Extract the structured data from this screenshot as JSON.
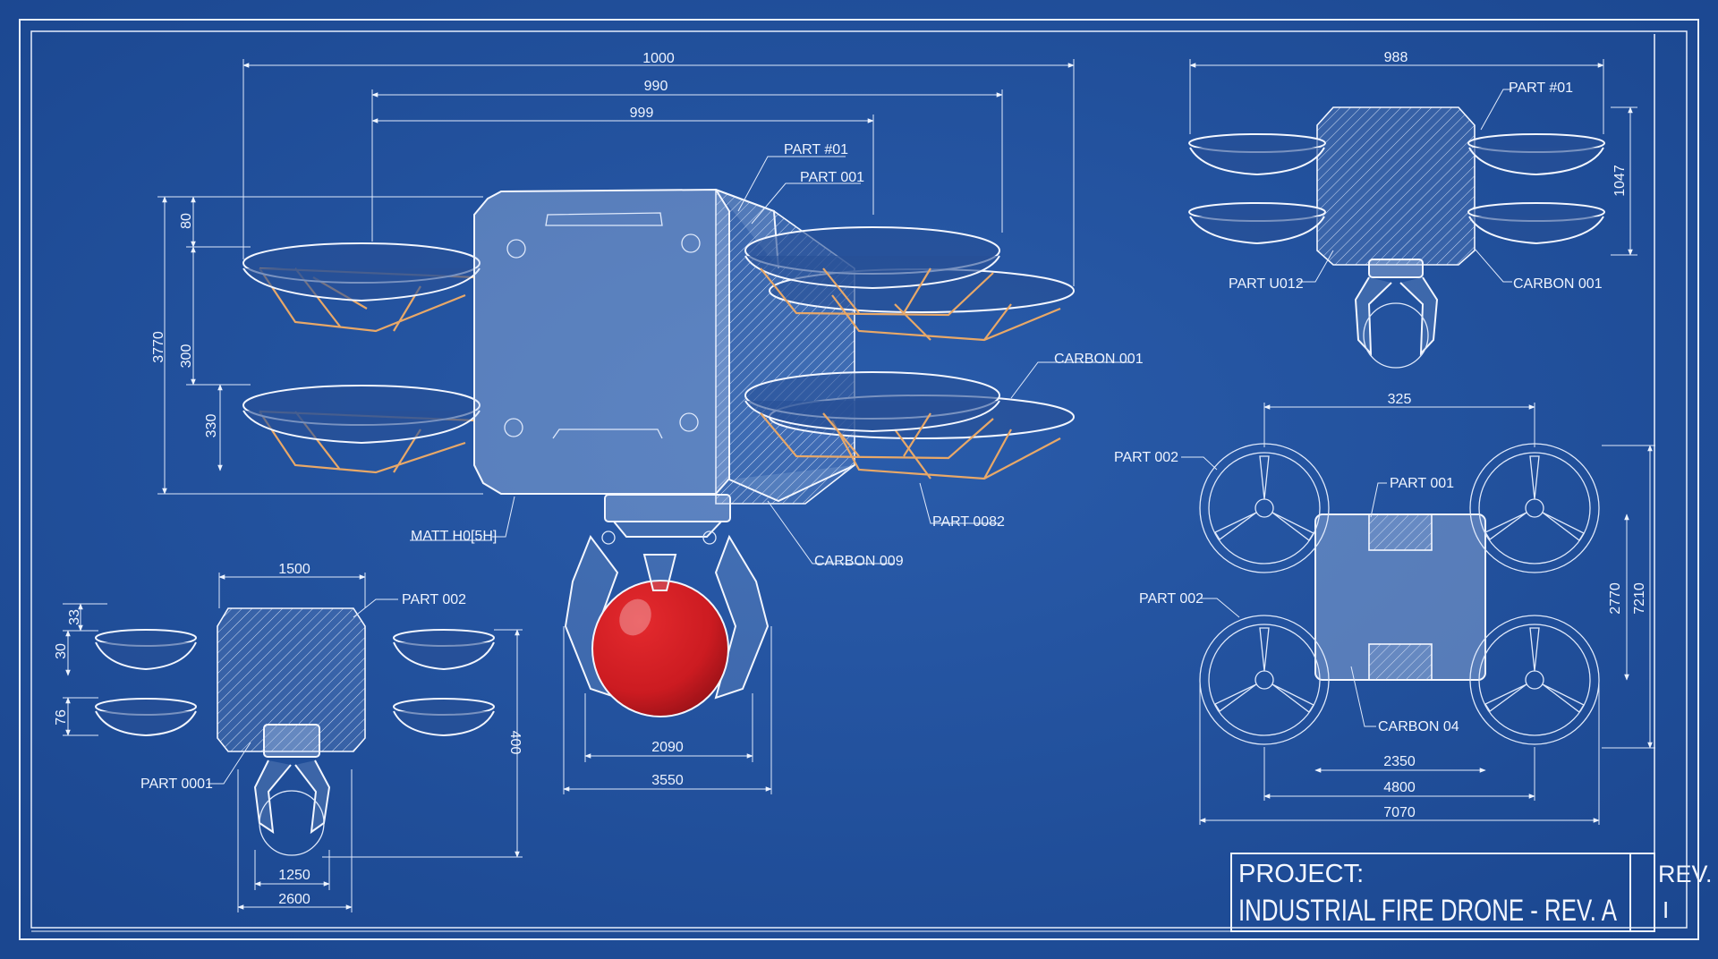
{
  "colors": {
    "background": "#1f4f9a",
    "line": "#eef4ff",
    "strut": "#e8a868",
    "ball": "#d11d22"
  },
  "main_view": {
    "dims": {
      "top_1000": "1000",
      "top_990": "990",
      "top_999": "999",
      "left_3770": "3770",
      "left_80": "80",
      "left_300": "300",
      "left_330": "330",
      "ball_2090": "2090",
      "ball_3550": "3550"
    },
    "labels": {
      "part_01": "PART #01",
      "part_001": "PART 001",
      "carbon_001": "CARBON 001",
      "part_0082": "PART 0082",
      "carbon_009": "CARBON 009",
      "matt": "MATT H0[5H]"
    }
  },
  "side_view": {
    "dims": {
      "w1500": "1500",
      "d33": "33",
      "d30": "30",
      "d76": "76",
      "h400": "400",
      "w1250": "1250",
      "w2600": "2600"
    },
    "labels": {
      "part_002": "PART 002",
      "part_0001": "PART 0001"
    }
  },
  "front_view": {
    "dims": {
      "w988": "988",
      "h1047": "1047"
    },
    "labels": {
      "part_01": "PART #01",
      "part_u012": "PART U012",
      "carbon_001": "CARBON 001"
    }
  },
  "top_view": {
    "dims": {
      "w325": "325",
      "h2770": "2770",
      "h7210": "7210",
      "w2350": "2350",
      "w4800": "4800",
      "w7070": "7070"
    },
    "labels": {
      "part_002_a": "PART 002",
      "part_001": "PART 001",
      "part_002_b": "PART 002",
      "carbon_04": "CARBON 04"
    }
  },
  "title_block": {
    "project_label": "PROJECT:",
    "project_name": "INDUSTRIAL FIRE DRONE - REV. A",
    "rev_label": "REV.",
    "rev_value": "I"
  }
}
